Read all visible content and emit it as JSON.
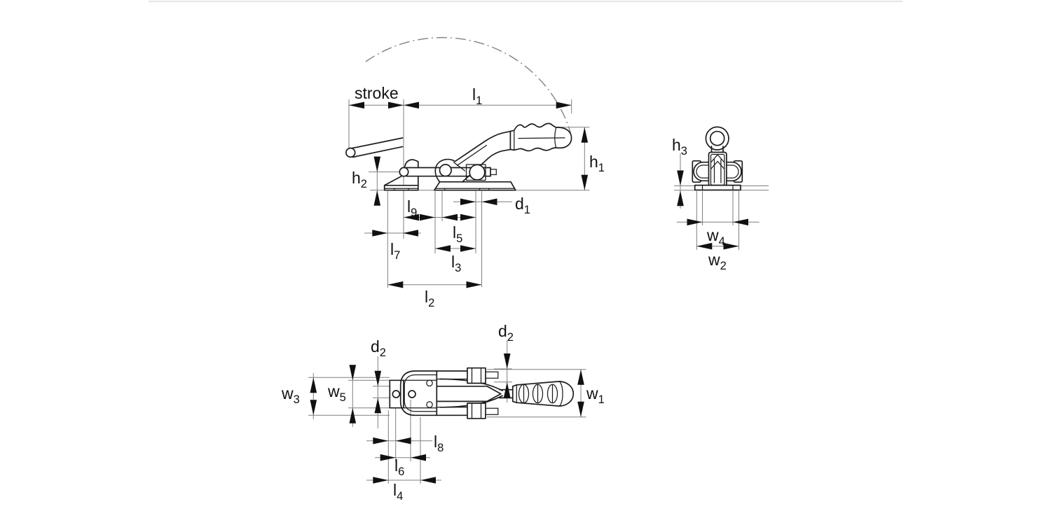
{
  "page": {
    "background": "#ffffff",
    "top_rule_color": "#e8e8e8",
    "outline_color": "#1c1c1c",
    "dimension_line_color": "#7f7f7f",
    "swing_arc_color": "#828282",
    "text_color": "#111111"
  },
  "views": {
    "side": {
      "dims": {
        "stroke": {
          "main": "stroke",
          "sub": ""
        },
        "l1": {
          "main": "l",
          "sub": "1"
        },
        "h1": {
          "main": "h",
          "sub": "1"
        },
        "h2": {
          "main": "h",
          "sub": "2"
        },
        "l9": {
          "main": "l",
          "sub": "9"
        },
        "d1": {
          "main": "d",
          "sub": "1"
        },
        "l5": {
          "main": "l",
          "sub": "5"
        },
        "l7": {
          "main": "l",
          "sub": "7"
        },
        "l3": {
          "main": "l",
          "sub": "3"
        },
        "l2": {
          "main": "l",
          "sub": "2"
        }
      }
    },
    "front": {
      "dims": {
        "h3": {
          "main": "h",
          "sub": "3"
        },
        "w4": {
          "main": "w",
          "sub": "4"
        },
        "w2": {
          "main": "w",
          "sub": "2"
        }
      }
    },
    "top": {
      "dims": {
        "d2_left": {
          "main": "d",
          "sub": "2"
        },
        "d2_right": {
          "main": "d",
          "sub": "2"
        },
        "w3": {
          "main": "w",
          "sub": "3"
        },
        "w5": {
          "main": "w",
          "sub": "5"
        },
        "w1": {
          "main": "w",
          "sub": "1"
        },
        "l8": {
          "main": "l",
          "sub": "8"
        },
        "l6": {
          "main": "l",
          "sub": "6"
        },
        "l4": {
          "main": "l",
          "sub": "4"
        }
      }
    }
  }
}
